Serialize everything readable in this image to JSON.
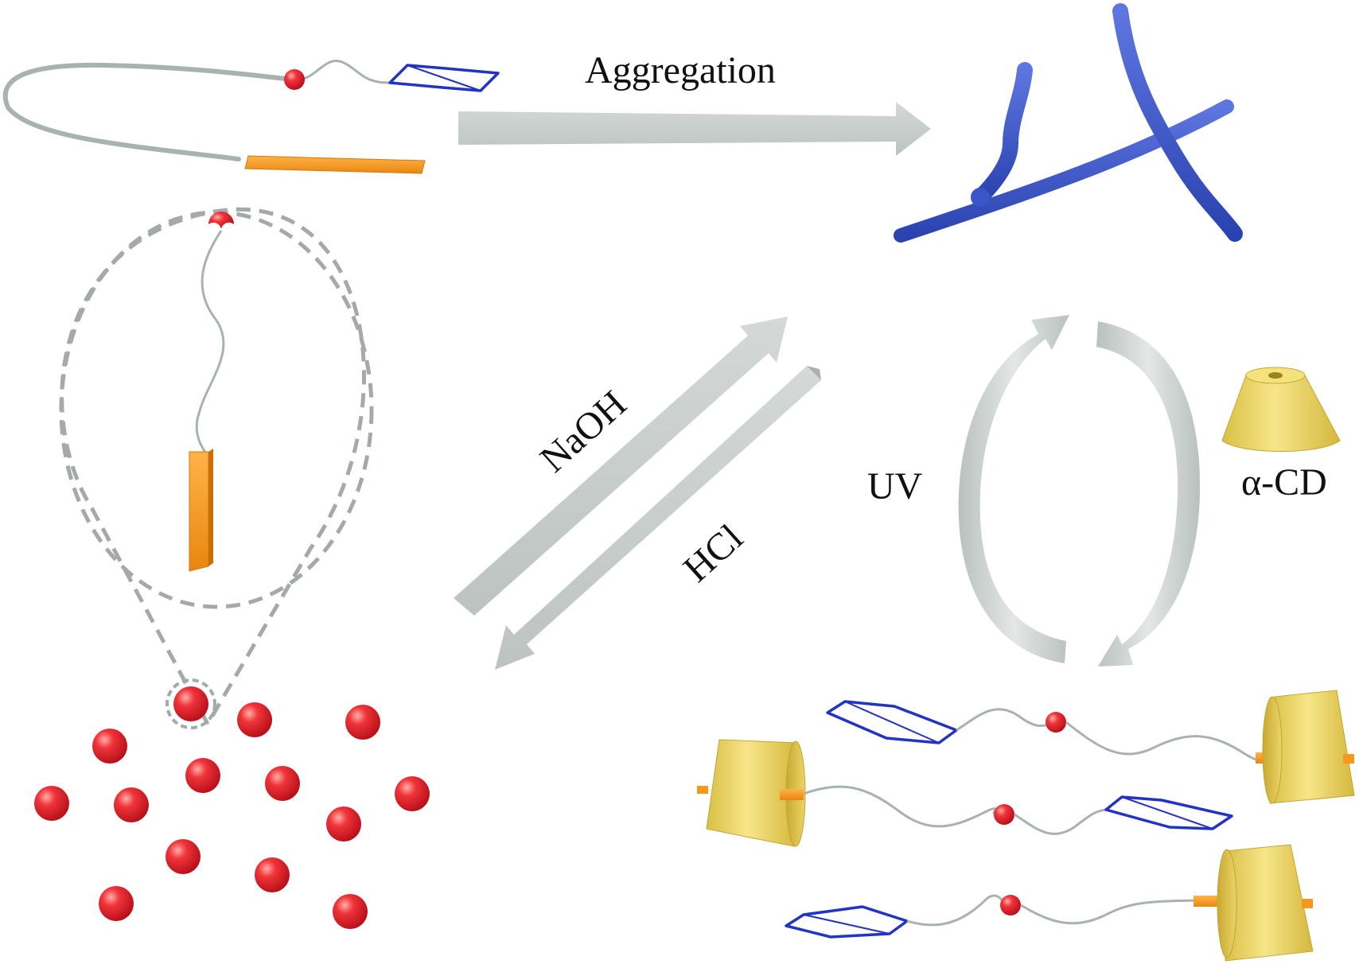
{
  "labels": {
    "aggregation": "Aggregation",
    "naoh": "NaOH",
    "hcl": "HCl",
    "uv": "UV",
    "alpha_cd": "α-CD"
  },
  "colors": {
    "arrow_gray": "#c9cfcd",
    "arrow_gray_dark": "#a9b1ae",
    "fiber_blue": "#3a55c8",
    "azo_blue": "#2333c4",
    "sphere_red": "#e8262a",
    "rod_orange": "#f39a1e",
    "cd_yellow": "#f2dc6e",
    "chain_gray": "#a8b3b0",
    "dash_gray": "#a3aaa8"
  },
  "icons": {
    "azobenzene": "azobenzene-hexagon-icon",
    "cyclodextrin": "cyclodextrin-cup-icon",
    "micelle": "red-sphere-icon",
    "fiber": "blue-fiber-icon"
  }
}
